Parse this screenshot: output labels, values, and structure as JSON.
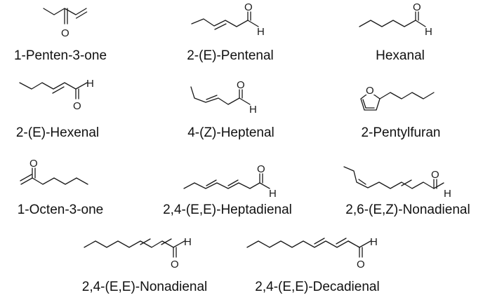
{
  "compounds": [
    {
      "name": "1-Penten-3-one"
    },
    {
      "name": "2-(E)-Pentenal"
    },
    {
      "name": "Hexanal"
    },
    {
      "name": "2-(E)-Hexenal"
    },
    {
      "name": "4-(Z)-Heptenal"
    },
    {
      "name": "2-Pentylfuran"
    },
    {
      "name": "1-Octen-3-one"
    },
    {
      "name": "2,4-(E,E)-Heptadienal"
    },
    {
      "name": "2,6-(E,Z)-Nonadienal"
    },
    {
      "name": "2,4-(E,E)-Nonadienal"
    },
    {
      "name": "2,4-(E,E)-Decadienal"
    }
  ],
  "atoms": {
    "oxygen": "O",
    "hydrogen": "H"
  },
  "colors": {
    "ink": "#1a1a1a",
    "background": "#ffffff"
  }
}
